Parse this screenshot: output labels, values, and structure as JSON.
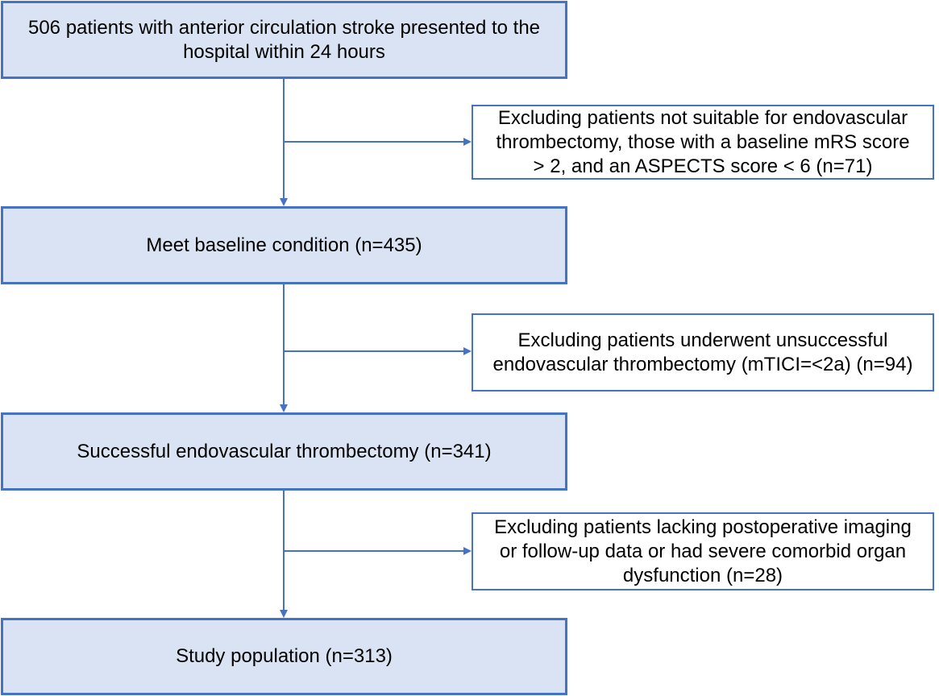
{
  "flow": {
    "steps": [
      {
        "text": "506 patients with anterior circulation stroke presented to the\nhospital within 24 hours"
      },
      {
        "text": "Meet baseline condition (n=435)"
      },
      {
        "text": "Successful endovascular thrombectomy (n=341)"
      },
      {
        "text": "Study population (n=313)"
      }
    ],
    "exclusions": [
      {
        "text": "Excluding patients not suitable for endovascular\nthrombectomy, those with a baseline mRS score\n> 2, and an ASPECTS score < 6 (n=71)"
      },
      {
        "text": "Excluding patients underwent unsuccessful\nendovascular thrombectomy (mTICI=<2a) (n=94)"
      },
      {
        "text": "Excluding patients lacking postoperative imaging\nor follow-up data or had severe comorbid organ\ndysfunction (n=28)"
      }
    ]
  },
  "colors": {
    "main_box_fill": "#dae3f3",
    "box_border": "#4472c4",
    "connector": "#4472c4"
  }
}
